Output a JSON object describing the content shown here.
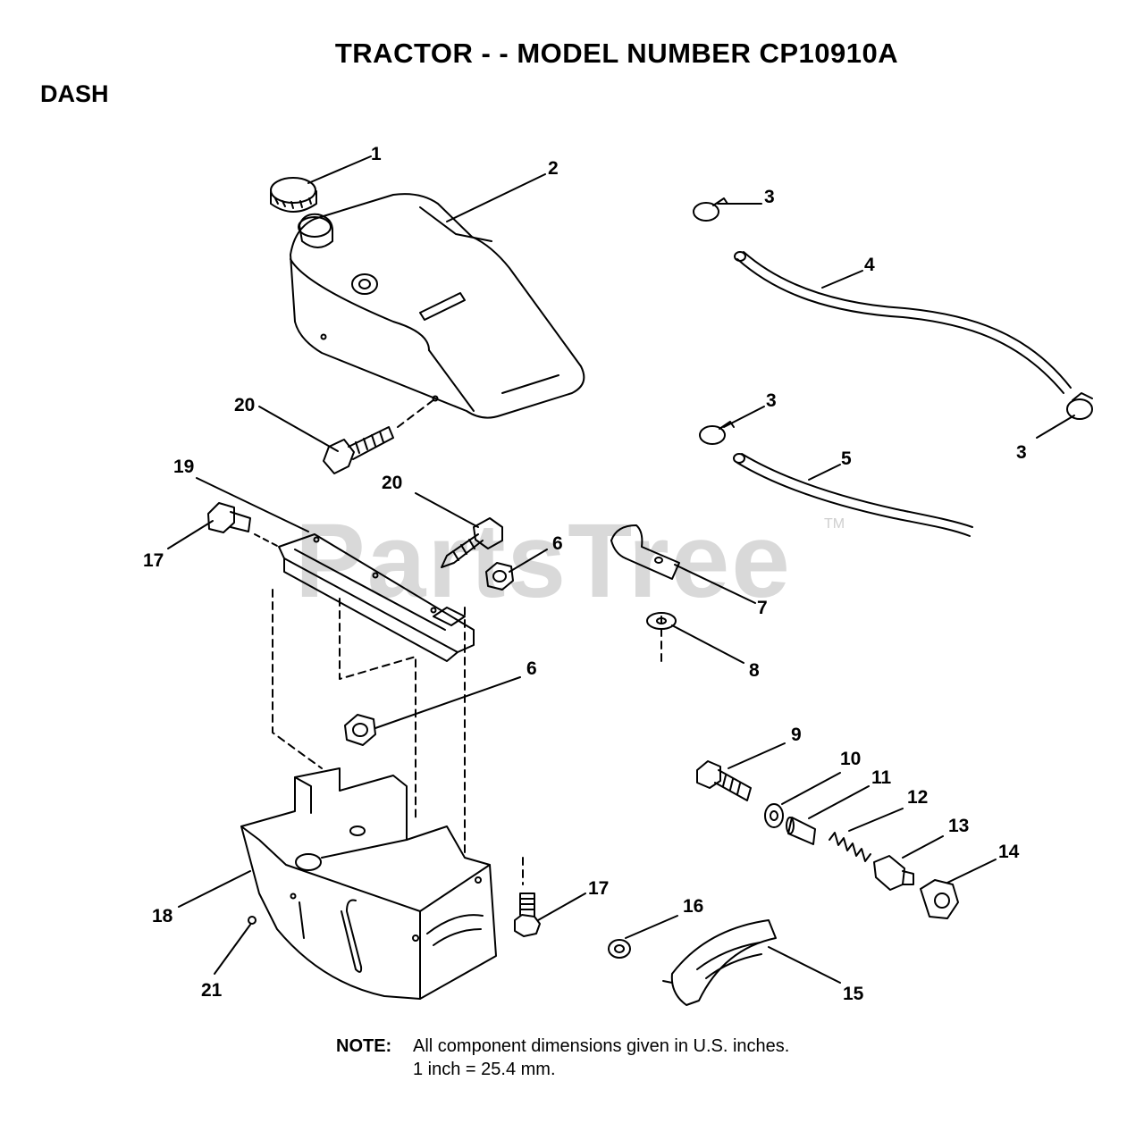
{
  "title": "TRACTOR - - MODEL NUMBER CP10910A",
  "section": "DASH",
  "watermark": "PartsTree",
  "watermark_tm": "TM",
  "callouts": [
    "1",
    "2",
    "3",
    "4",
    "3",
    "3",
    "5",
    "20",
    "19",
    "20",
    "17",
    "6",
    "7",
    "8",
    "6",
    "9",
    "10",
    "11",
    "12",
    "13",
    "14",
    "17",
    "16",
    "18",
    "21",
    "15"
  ],
  "note": {
    "label": "NOTE:",
    "line1": "All component dimensions given in U.S. inches.",
    "line2": "1 inch = 25.4 mm."
  }
}
